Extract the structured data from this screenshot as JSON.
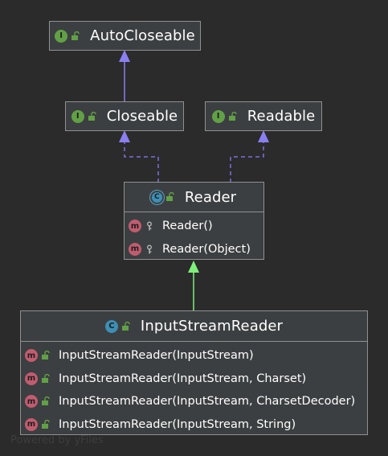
{
  "colors": {
    "background": "#2b2b2b",
    "node_fill": "#3c3f41",
    "node_border": "#909090",
    "implements_edge": "#7b6fe0",
    "extends_edge_interface": "#8a7ff0",
    "extends_edge_class": "#7ef07a",
    "icon_interface": "#62a046",
    "icon_class": "#3d8fb5",
    "icon_method": "#c15c6f"
  },
  "nodes": {
    "autocloseable": {
      "kind": "interface",
      "icon": "I",
      "visibility_icon": "public-lock-icon",
      "title": "AutoCloseable"
    },
    "closeable": {
      "kind": "interface",
      "icon": "I",
      "visibility_icon": "public-lock-icon",
      "title": "Closeable"
    },
    "readable": {
      "kind": "interface",
      "icon": "I",
      "visibility_icon": "public-lock-icon",
      "title": "Readable"
    },
    "reader": {
      "kind": "abstract-class",
      "icon": "C",
      "visibility_icon": "public-lock-icon",
      "title": "Reader",
      "members": [
        {
          "icon": "m",
          "visibility_icon": "protected-key-icon",
          "label": "Reader()"
        },
        {
          "icon": "m",
          "visibility_icon": "protected-key-icon",
          "label": "Reader(Object)"
        }
      ]
    },
    "inputstreamreader": {
      "kind": "class",
      "icon": "C",
      "visibility_icon": "public-lock-icon",
      "title": "InputStreamReader",
      "members": [
        {
          "icon": "m",
          "visibility_icon": "public-lock-icon",
          "label": "InputStreamReader(InputStream)"
        },
        {
          "icon": "m",
          "visibility_icon": "public-lock-icon",
          "label": "InputStreamReader(InputStream, Charset)"
        },
        {
          "icon": "m",
          "visibility_icon": "public-lock-icon",
          "label": "InputStreamReader(InputStream, CharsetDecoder)"
        },
        {
          "icon": "m",
          "visibility_icon": "public-lock-icon",
          "label": "InputStreamReader(InputStream, String)"
        }
      ]
    }
  },
  "edges": [
    {
      "from": "closeable",
      "to": "autocloseable",
      "relation": "extends"
    },
    {
      "from": "reader",
      "to": "closeable",
      "relation": "implements"
    },
    {
      "from": "reader",
      "to": "readable",
      "relation": "implements"
    },
    {
      "from": "inputstreamreader",
      "to": "reader",
      "relation": "extends"
    }
  ],
  "footer": "Powered by yFiles"
}
